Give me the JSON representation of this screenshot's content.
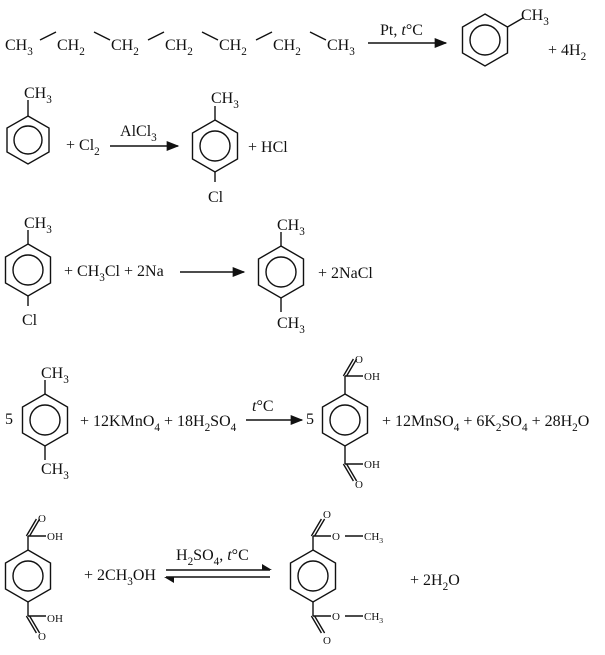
{
  "reactions": [
    {
      "id": "r1",
      "reactant_chain": [
        "CH3",
        "CH2",
        "CH2",
        "CH2",
        "CH2",
        "CH2",
        "CH3"
      ],
      "conditions": "Pt, t°C",
      "product_substituent": "CH3",
      "byproduct": "+ 4H2"
    },
    {
      "id": "r2",
      "reactant_substituent": "CH3",
      "reagent": "+ Cl2",
      "catalyst": "AlCl3",
      "product_substituents": [
        "CH3",
        "Cl"
      ],
      "byproduct": "+ HCl"
    },
    {
      "id": "r3",
      "reactant_substituents": [
        "CH3",
        "Cl"
      ],
      "reagents": "+ CH3Cl + 2Na",
      "product_substituents": [
        "CH3",
        "CH3"
      ],
      "byproduct": "+ 2NaCl"
    },
    {
      "id": "r4",
      "coefficient": "5",
      "reactant_substituents": [
        "CH3",
        "CH3"
      ],
      "reagents": "+ 12KMnO4 + 18H2SO4",
      "conditions": "t°C",
      "product_coefficient": "5",
      "product_groups": [
        "O",
        "OH"
      ],
      "byproducts": "+ 12MnSO4 + 6K2SO4 + 28H2O"
    },
    {
      "id": "r5",
      "reactant_groups": [
        "O",
        "OH"
      ],
      "reagent": "+ 2CH3OH",
      "conditions": "H2SO4, t°C",
      "product_groups": [
        "O",
        "O",
        "CH3"
      ],
      "byproduct": "+ 2H2O"
    }
  ]
}
